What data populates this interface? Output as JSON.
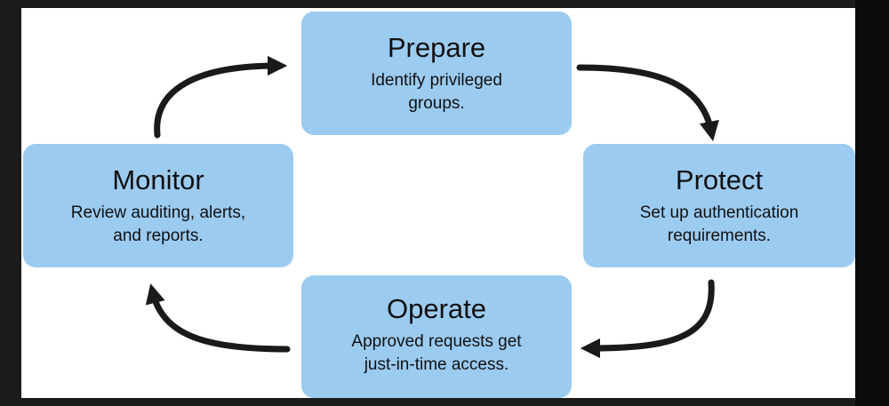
{
  "diagram": {
    "steps": [
      {
        "id": "prepare",
        "title": "Prepare",
        "lines": [
          "Identify privileged",
          "groups."
        ]
      },
      {
        "id": "protect",
        "title": "Protect",
        "lines": [
          "Set up authentication",
          "requirements."
        ]
      },
      {
        "id": "operate",
        "title": "Operate",
        "lines": [
          "Approved requests get",
          "just-in-time access."
        ]
      },
      {
        "id": "monitor",
        "title": "Monitor",
        "lines": [
          "Review auditing, alerts,",
          "and reports."
        ]
      }
    ],
    "colors": {
      "card_fill": "#9ccbf0",
      "arrow": "#1a1a1a",
      "background": "#ffffff"
    }
  }
}
